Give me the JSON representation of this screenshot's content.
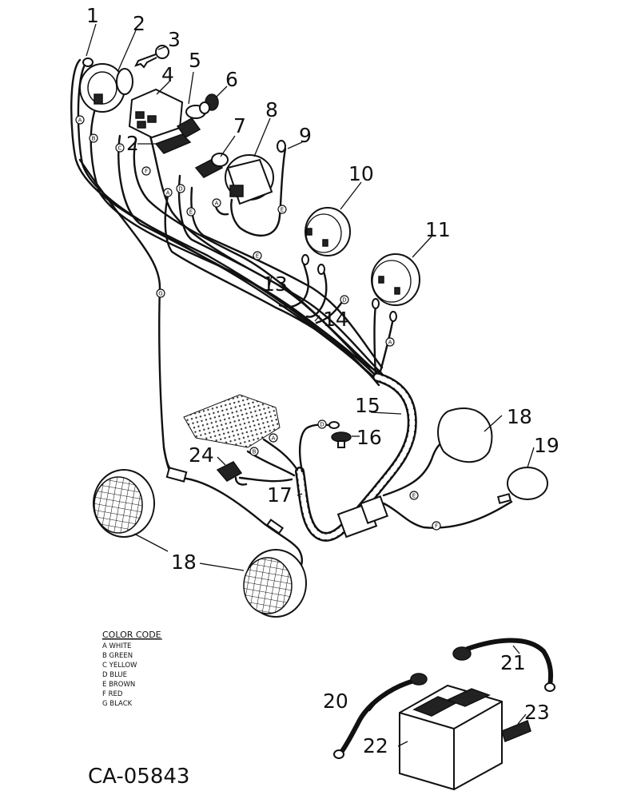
{
  "figure_id": "CA-05843",
  "callouts": [
    {
      "id": "1",
      "text": "1"
    },
    {
      "id": "2a",
      "text": "2"
    },
    {
      "id": "3",
      "text": "3"
    },
    {
      "id": "4",
      "text": "4"
    },
    {
      "id": "5",
      "text": "5"
    },
    {
      "id": "6",
      "text": "6"
    },
    {
      "id": "2b",
      "text": "2"
    },
    {
      "id": "7",
      "text": "7"
    },
    {
      "id": "8",
      "text": "8"
    },
    {
      "id": "9",
      "text": "9"
    },
    {
      "id": "10",
      "text": "10"
    },
    {
      "id": "11",
      "text": "11"
    },
    {
      "id": "13",
      "text": "13"
    },
    {
      "id": "14",
      "text": "14"
    },
    {
      "id": "15",
      "text": "15"
    },
    {
      "id": "16",
      "text": "16"
    },
    {
      "id": "17",
      "text": "17"
    },
    {
      "id": "18a",
      "text": "18"
    },
    {
      "id": "19",
      "text": "19"
    },
    {
      "id": "24",
      "text": "24"
    },
    {
      "id": "18b",
      "text": "18"
    },
    {
      "id": "20",
      "text": "20"
    },
    {
      "id": "21",
      "text": "21"
    },
    {
      "id": "22",
      "text": "22"
    },
    {
      "id": "23",
      "text": "23"
    }
  ],
  "color_code": {
    "title": "COLOR CODE",
    "items": [
      "A  WHITE",
      "B  GREEN",
      "C  YELLOW",
      "D  BLUE",
      "E  BROWN",
      "F  RED",
      "G  BLACK"
    ]
  },
  "wire_tags": [
    "A",
    "B",
    "C",
    "D",
    "E",
    "F",
    "G"
  ]
}
